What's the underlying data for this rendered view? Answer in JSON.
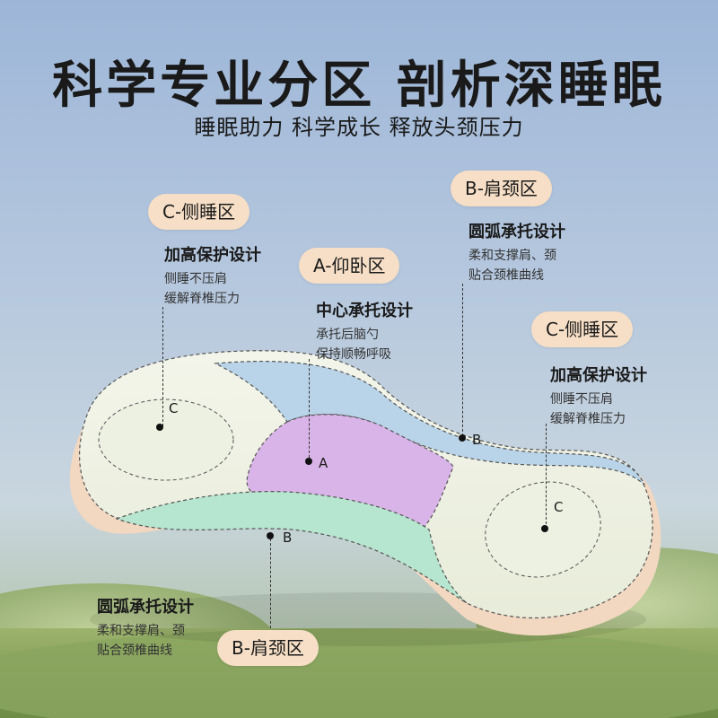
{
  "header": {
    "title": "科学专业分区 剖析深睡眠",
    "subtitle": "睡眠助力 科学成长 释放头颈压力"
  },
  "zones": {
    "c_left": {
      "pill": "C-侧睡区",
      "feature_title": "加高保护设计",
      "feature_lines": [
        "侧睡不压肩",
        "缓解脊椎压力"
      ],
      "marker": "C"
    },
    "a_center": {
      "pill": "A-仰卧区",
      "feature_title": "中心承托设计",
      "feature_lines": [
        "承托后脑勺",
        "保持顺畅呼吸"
      ],
      "marker": "A"
    },
    "b_top": {
      "pill": "B-肩颈区",
      "feature_title": "圆弧承托设计",
      "feature_lines": [
        "柔和支撑肩、颈",
        "贴合颈椎曲线"
      ],
      "marker": "B"
    },
    "c_right": {
      "pill": "C-侧睡区",
      "feature_title": "加高保护设计",
      "feature_lines": [
        "侧睡不压肩",
        "缓解脊椎压力"
      ],
      "marker": "C"
    },
    "b_bottom": {
      "pill": "B-肩颈区",
      "feature_title": "圆弧承托设计",
      "feature_lines": [
        "柔和支撑肩、颈",
        "贴合颈椎曲线"
      ],
      "marker": "B"
    }
  },
  "colors": {
    "pill_bg": "#f6dfc6",
    "zone_a": "#d9b4e8",
    "zone_b_top": "#b9d3e8",
    "zone_b_bottom": "#b6e6cf",
    "zone_c": "#e6ecd8",
    "piping": "#f2c9a6"
  }
}
